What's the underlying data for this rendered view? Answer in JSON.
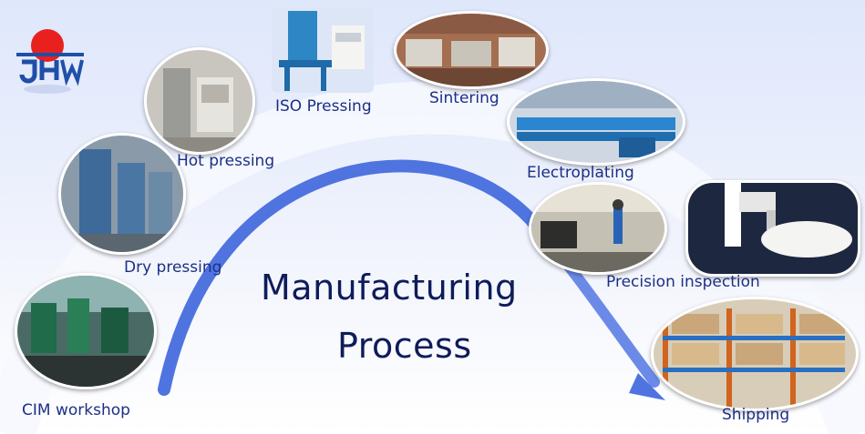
{
  "title": {
    "line1": "Manufacturing",
    "line2": "Process"
  },
  "logo": {
    "icon": "jhw-logo-icon",
    "sun_color": "#e8211f",
    "mark_color": "#1f4fa8",
    "text": "JHW"
  },
  "steps": [
    {
      "label": "CIM workshop"
    },
    {
      "label": "Dry pressing"
    },
    {
      "label": "Hot pressing"
    },
    {
      "label": "ISO Pressing"
    },
    {
      "label": "Sintering"
    },
    {
      "label": "Electroplating"
    },
    {
      "label": "Precision inspection"
    },
    {
      "label": "Shipping"
    }
  ],
  "colors": {
    "label": "#1c2f86",
    "title": "#0f1c5a",
    "arrow": "#4f74e0",
    "background": "#e9eefc"
  }
}
